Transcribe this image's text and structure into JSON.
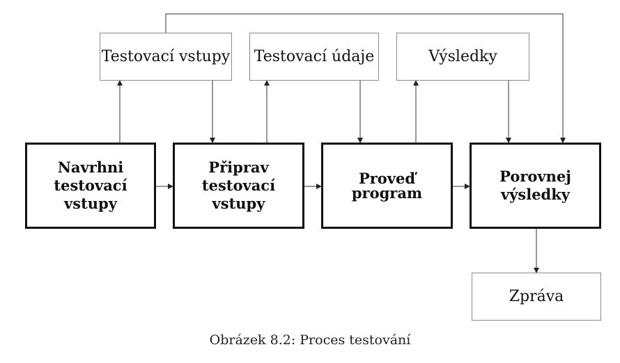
{
  "diagram": {
    "steps": {
      "design_inputs": "Navrhni\ntestovací\nvstupy",
      "prepare_inputs": "Připrav\ntestovací\nvstupy",
      "run_program": "Proveď\nprogram",
      "compare_results": "Porovnej\nvýsledky"
    },
    "artifacts": {
      "test_inputs": "Testovací vstupy",
      "test_data": "Testovací údaje",
      "results": "Výsledky",
      "report": "Zpráva"
    }
  },
  "caption": "Obrázek 8.2: Proces testování"
}
